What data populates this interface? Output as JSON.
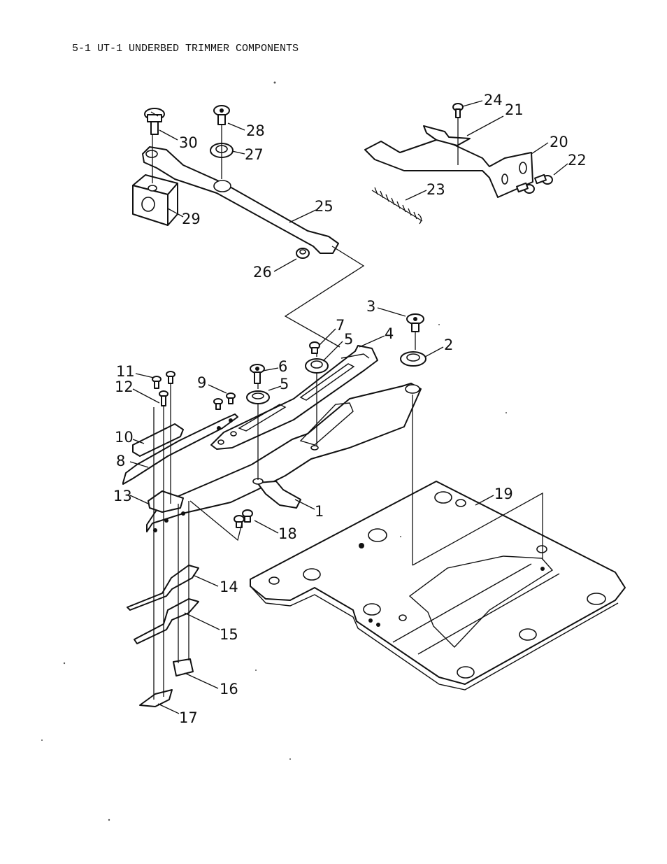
{
  "title": "5-1  UT-1 UNDERBED TRIMMER COMPONENTS",
  "callouts": {
    "c1": "1",
    "c2": "2",
    "c3": "3",
    "c4": "4",
    "c5a": "5",
    "c5b": "5",
    "c6": "6",
    "c7": "7",
    "c8": "8",
    "c9": "9",
    "c10": "10",
    "c11": "11",
    "c12": "12",
    "c13": "13",
    "c14": "14",
    "c15": "15",
    "c16": "16",
    "c17": "17",
    "c18": "18",
    "c19": "19",
    "c20": "20",
    "c21": "21",
    "c22": "22",
    "c23": "23",
    "c24": "24",
    "c25": "25",
    "c26": "26",
    "c27": "27",
    "c28": "28",
    "c29": "29",
    "c30": "30"
  }
}
